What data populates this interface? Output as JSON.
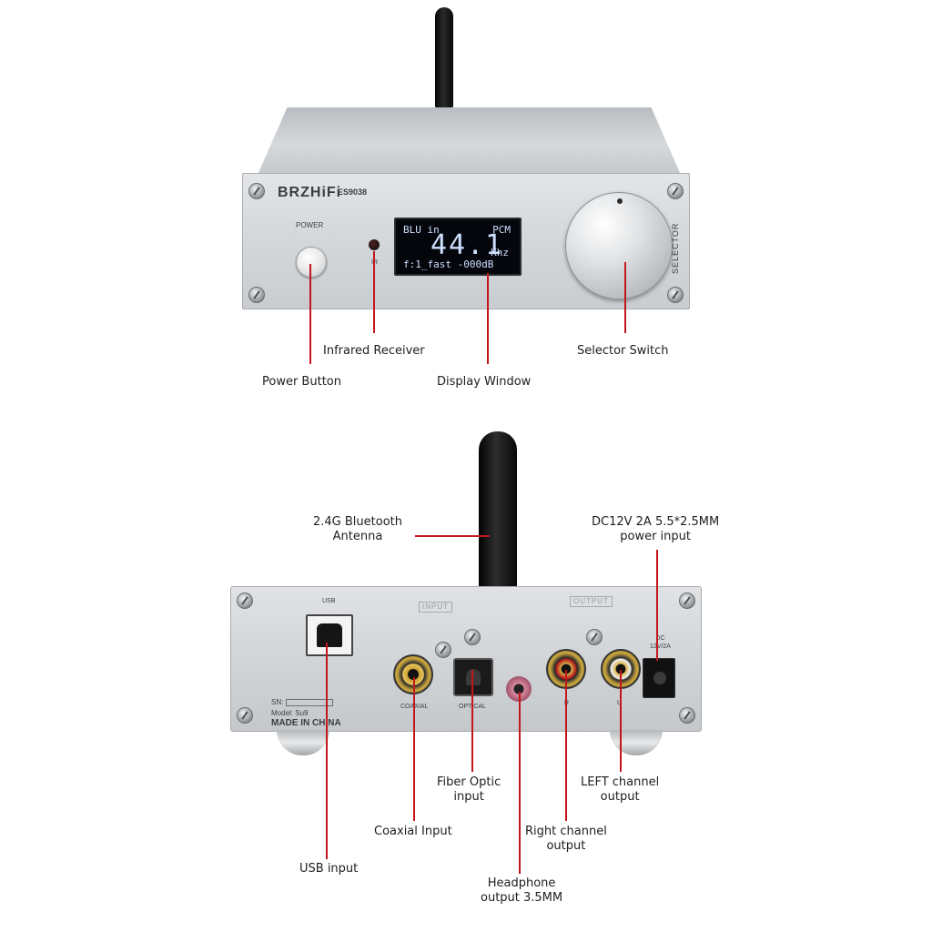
{
  "front": {
    "brand": "BRZHiFi",
    "model": "ES9038",
    "power_label": "POWER",
    "ir_label": "IR",
    "selector_label": "SELECTOR",
    "display": {
      "line1_left": "BLU in",
      "line1_right": "PCM",
      "big_value": "44.1",
      "unit": "Khz",
      "line3": "f:1_fast -000dB"
    }
  },
  "rear": {
    "usb_label": "USB",
    "input_plate": "INPUT",
    "output_plate": "OUTPUT",
    "coaxial_label": "COAXIAL",
    "optical_label": "OPTICAL",
    "r_label": "R",
    "l_label": "L",
    "dc_label": "DC\n12V/2A",
    "sn_label": "SN:",
    "model_label": "Model:  Su9",
    "made_in": "MADE IN CHINA"
  },
  "callouts": {
    "power_button": "Power Button",
    "infrared_receiver": "Infrared Receiver",
    "display_window": "Display Window",
    "selector_switch": "Selector Switch",
    "bt_antenna_1": "2.4G Bluetooth",
    "bt_antenna_2": "Antenna",
    "dc_power_1": "DC12V 2A 5.5*2.5MM",
    "dc_power_2": "power input",
    "fiber_1": "Fiber Optic",
    "fiber_2": "input",
    "left_1": "LEFT channel",
    "left_2": "output",
    "coaxial": "Coaxial Input",
    "right_1": "Right channel",
    "right_2": "output",
    "usb": "USB input",
    "headphone_1": "Headphone",
    "headphone_2": "output 3.5MM"
  },
  "colors": {
    "callout_line": "#c2161c",
    "display_text": "#cfe0ff"
  }
}
